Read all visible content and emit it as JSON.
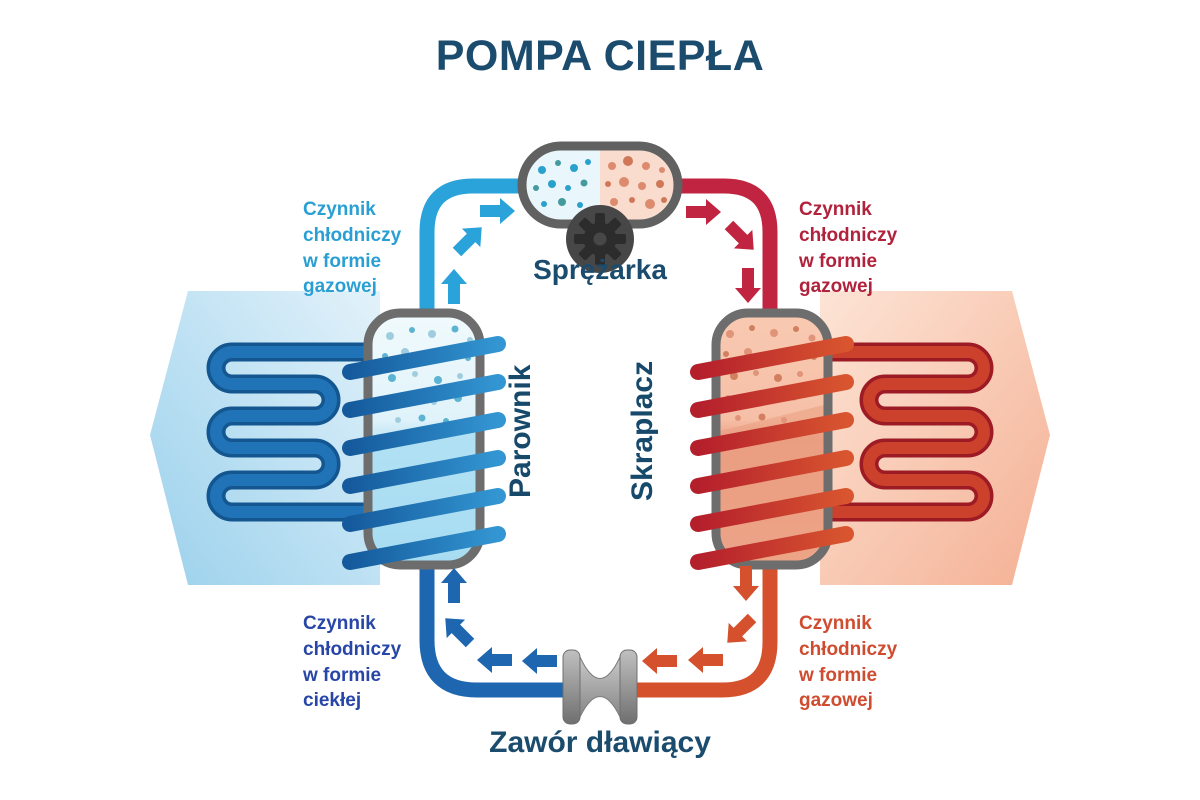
{
  "title": "POMPA CIEPŁA",
  "components": {
    "compressor": {
      "label": "Sprężarka"
    },
    "evaporator": {
      "label": "Parownik"
    },
    "condenser": {
      "label": "Skraplacz"
    },
    "expansion_valve": {
      "label": "Zawór dławiący"
    }
  },
  "flow_labels": {
    "top_left": {
      "lines": [
        "Czynnik",
        "chłodniczy",
        "w formie",
        "gazowej"
      ],
      "color": "#2a9fd4"
    },
    "top_right": {
      "lines": [
        "Czynnik",
        "chłodniczy",
        "w formie",
        "gazowej"
      ],
      "color": "#b1223c"
    },
    "bottom_left": {
      "lines": [
        "Czynnik",
        "chłodniczy",
        "w formie",
        "ciekłej"
      ],
      "color": "#2846a8"
    },
    "bottom_right": {
      "lines": [
        "Czynnik",
        "chłodniczy",
        "w formie",
        "gazowej"
      ],
      "color": "#cf4c30"
    }
  },
  "colors": {
    "title_navy": "#1b4c6e",
    "cold_gas_pipe_blue": "#29a3da",
    "liquid_pipe_blue": "#1e66b0",
    "hot_gas_pipe_red": "#c02440",
    "warm_gas_pipe_orange": "#d5512e",
    "cold_air_arrow_fill": "#a5d6ee",
    "warm_air_arrow_fill": "#f5b49a",
    "vessel_border_gray": "#6d6d6d"
  }
}
